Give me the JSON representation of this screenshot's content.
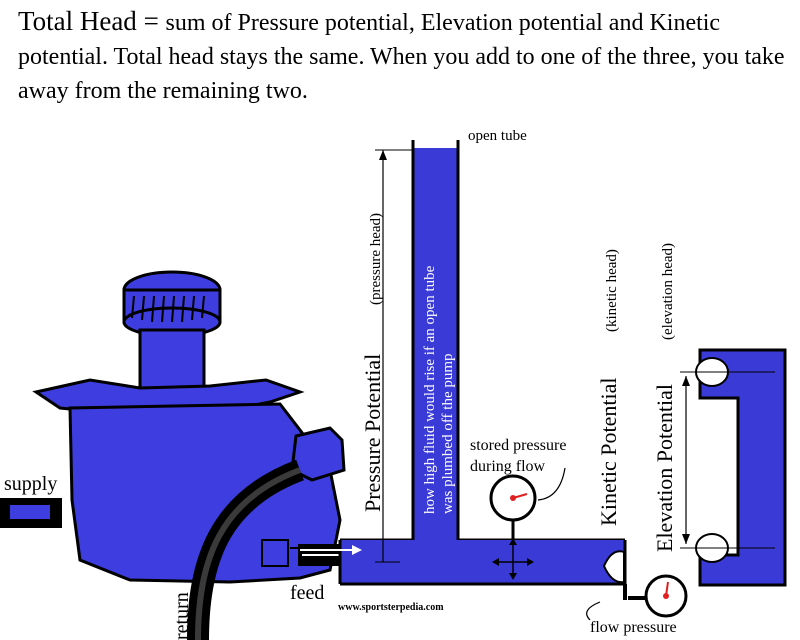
{
  "title": {
    "term": "Total Head",
    "equals": " = ",
    "definition": "sum of Pressure potential, Elevation potential and Kinetic potential. Total head stays the same. When you add to one of the three, you take away from the remaining two."
  },
  "labels": {
    "open_tube": "open tube",
    "pressure_potential": "Pressure Potential",
    "pressure_head": "(pressure head)",
    "tube_note_line1": "how high fluid would rise if an open tube",
    "tube_note_line2": "was plumbed off the pump",
    "stored_pressure_line1": "stored pressure",
    "stored_pressure_line2": "during flow",
    "kinetic_potential": "Kinetic Potential",
    "kinetic_head": "(kinetic head)",
    "elevation_potential": "Elevation Potential",
    "elevation_head": "(elevation head)",
    "supply": "supply",
    "return": "return",
    "feed": "feed",
    "flow_pressure": "flow pressure",
    "watermark": "www.sportsterpedia.com"
  },
  "colors": {
    "fluid": "#3a3ad6",
    "pump": "#3d3de0",
    "outline": "#000000",
    "needle": "#e02020"
  }
}
